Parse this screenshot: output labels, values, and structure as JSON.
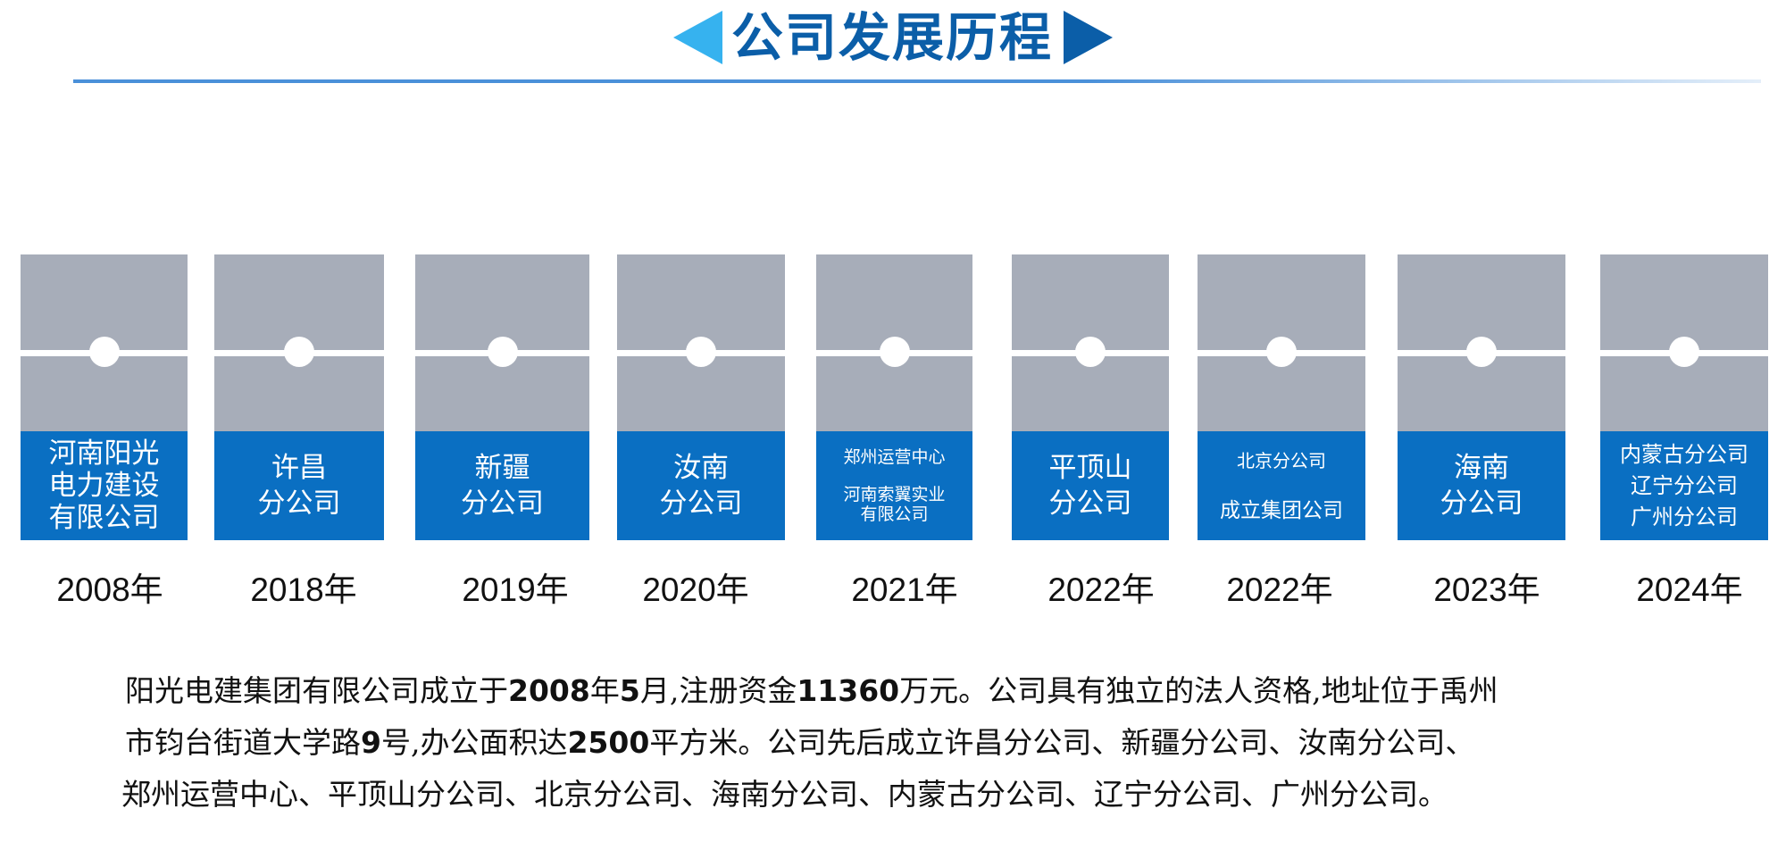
{
  "title": "公司发展历程",
  "milestones": [
    {
      "year": "2008年",
      "lines": [
        "河南阳光",
        "电力建设",
        "有限公司"
      ]
    },
    {
      "year": "2018年",
      "lines": [
        "许昌",
        "分公司"
      ]
    },
    {
      "year": "2019年",
      "lines": [
        "新疆",
        "分公司"
      ]
    },
    {
      "year": "2020年",
      "lines": [
        "汝南",
        "分公司"
      ]
    },
    {
      "year": "2021年",
      "lines": [
        "郑州运营中心",
        "河南索翼实业",
        "有限公司"
      ]
    },
    {
      "year": "2022年",
      "lines": [
        "平顶山",
        "分公司"
      ]
    },
    {
      "year": "2022年",
      "lines": [
        "北京分公司",
        "成立集团公司"
      ]
    },
    {
      "year": "2023年",
      "lines": [
        "海南",
        "分公司"
      ]
    },
    {
      "year": "2024年",
      "lines": [
        "内蒙古分公司",
        "辽宁分公司",
        "广州分公司"
      ]
    }
  ],
  "description": {
    "line1": {
      "a": "阳光电建集团有限公司成立于",
      "b1": "2008",
      "c": "年",
      "b2": "5",
      "d": "月,注册资金",
      "b3": "11360",
      "e": "万元。公司具有独立的法人资格,地址位于禹州"
    },
    "line2": {
      "a": "市钧台街道大学路",
      "b1": "9",
      "c": "号,办公面积达",
      "b2": "2500",
      "d": "平方米。公司先后成立许昌分公司、新疆分公司、汝南分公司、"
    },
    "line3": "郑州运营中心、平顶山分公司、北京分公司、海南分公司、内蒙古分公司、辽宁分公司、广州分公司。"
  },
  "colors": {
    "title": "#0b5ea8",
    "arrow_left": "#36b2ef",
    "arrow_right": "#0b5ea8",
    "card_gray": "#a7adb9",
    "card_blue": "#0a6fc2"
  }
}
